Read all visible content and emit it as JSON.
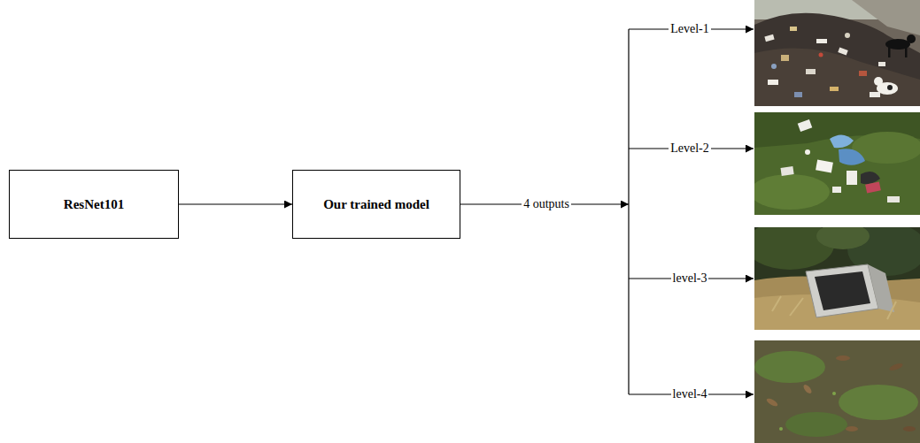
{
  "diagram": {
    "nodes": [
      {
        "text": [
          "ResNet101"
        ]
      },
      {
        "text": [
          "Our trained model"
        ]
      }
    ],
    "edges": [
      {
        "from": 0,
        "to": 1,
        "arrow": "to"
      }
    ],
    "labels": [
      "4 outputs",
      "Level-1",
      "Level-2",
      "level-3",
      "level-4"
    ]
  }
}
